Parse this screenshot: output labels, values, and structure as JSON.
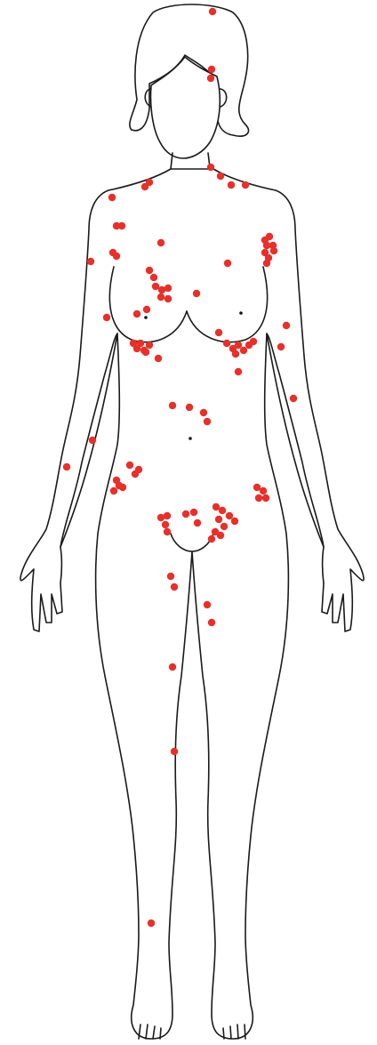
{
  "figure": {
    "subject": "female-body-front-outline",
    "colors": {
      "outline": "#1a1a1a",
      "lesion": "#e8302a",
      "landmark": "#111111"
    },
    "lesion_count": 96,
    "landmark_count": 3
  }
}
